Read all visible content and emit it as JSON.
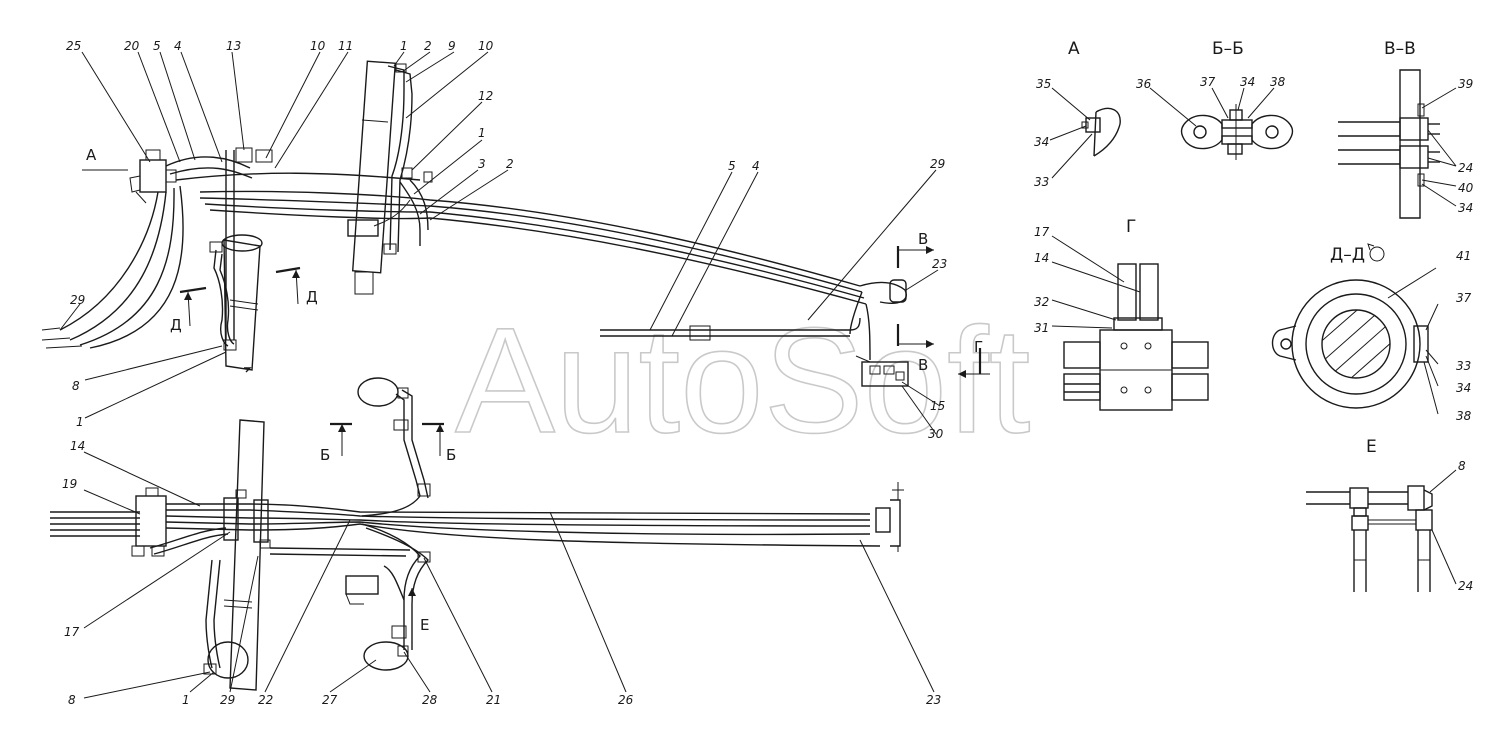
{
  "watermark": "AutoSoft",
  "views": {
    "a": "А",
    "bb": "Б–Б",
    "vv": "В–В",
    "g": "Г",
    "dd": "Д–Д",
    "e": "Е"
  },
  "section_marks": {
    "a": "А",
    "b": "Б",
    "v": "В",
    "g": "Г",
    "d": "Д",
    "e": "Е"
  },
  "callouts_top": [
    "25",
    "20",
    "5",
    "4",
    "13",
    "10",
    "11",
    "1",
    "2",
    "9",
    "10",
    "12",
    "1",
    "3",
    "2",
    "5",
    "4",
    "29",
    "23",
    "15",
    "30",
    "29",
    "8",
    "1"
  ],
  "callouts_bottom": [
    "14",
    "19",
    "17",
    "8",
    "1",
    "29",
    "22",
    "27",
    "28",
    "21",
    "26",
    "23"
  ],
  "callouts_view_a": [
    "35",
    "34",
    "33"
  ],
  "callouts_view_bb": [
    "36",
    "37",
    "34",
    "38"
  ],
  "callouts_view_vv": [
    "39",
    "24",
    "40",
    "34"
  ],
  "callouts_view_g": [
    "17",
    "14",
    "32",
    "31"
  ],
  "callouts_view_dd": [
    "41",
    "37",
    "33",
    "34",
    "38"
  ],
  "callouts_view_e": [
    "8",
    "24"
  ]
}
